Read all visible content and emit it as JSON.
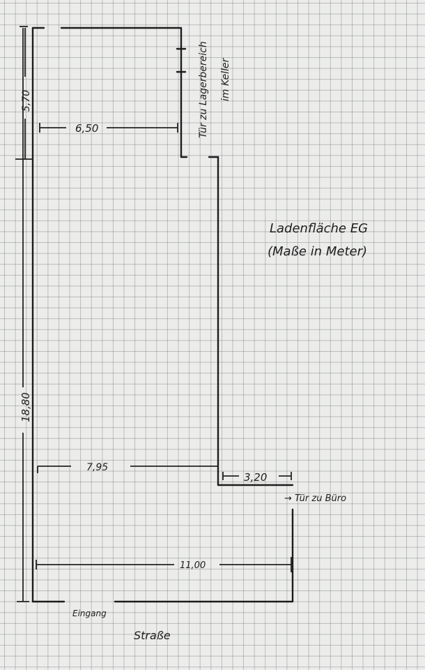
{
  "title": {
    "line1": "Ladenfläche EG",
    "line2": "(Maße in Meter)"
  },
  "dimensions": {
    "total_length": "18,80",
    "upper_length": "5,70",
    "upper_width": "6,50",
    "step_width": "7,95",
    "office_offset": "3,20",
    "front_width": "11,00"
  },
  "labels": {
    "storage_door_line1": "Tür zu Lagerbereich",
    "storage_door_line2": "im Keller",
    "office_door": "→ Tür zu Büro",
    "entrance": "Eingang",
    "street": "Straße"
  }
}
